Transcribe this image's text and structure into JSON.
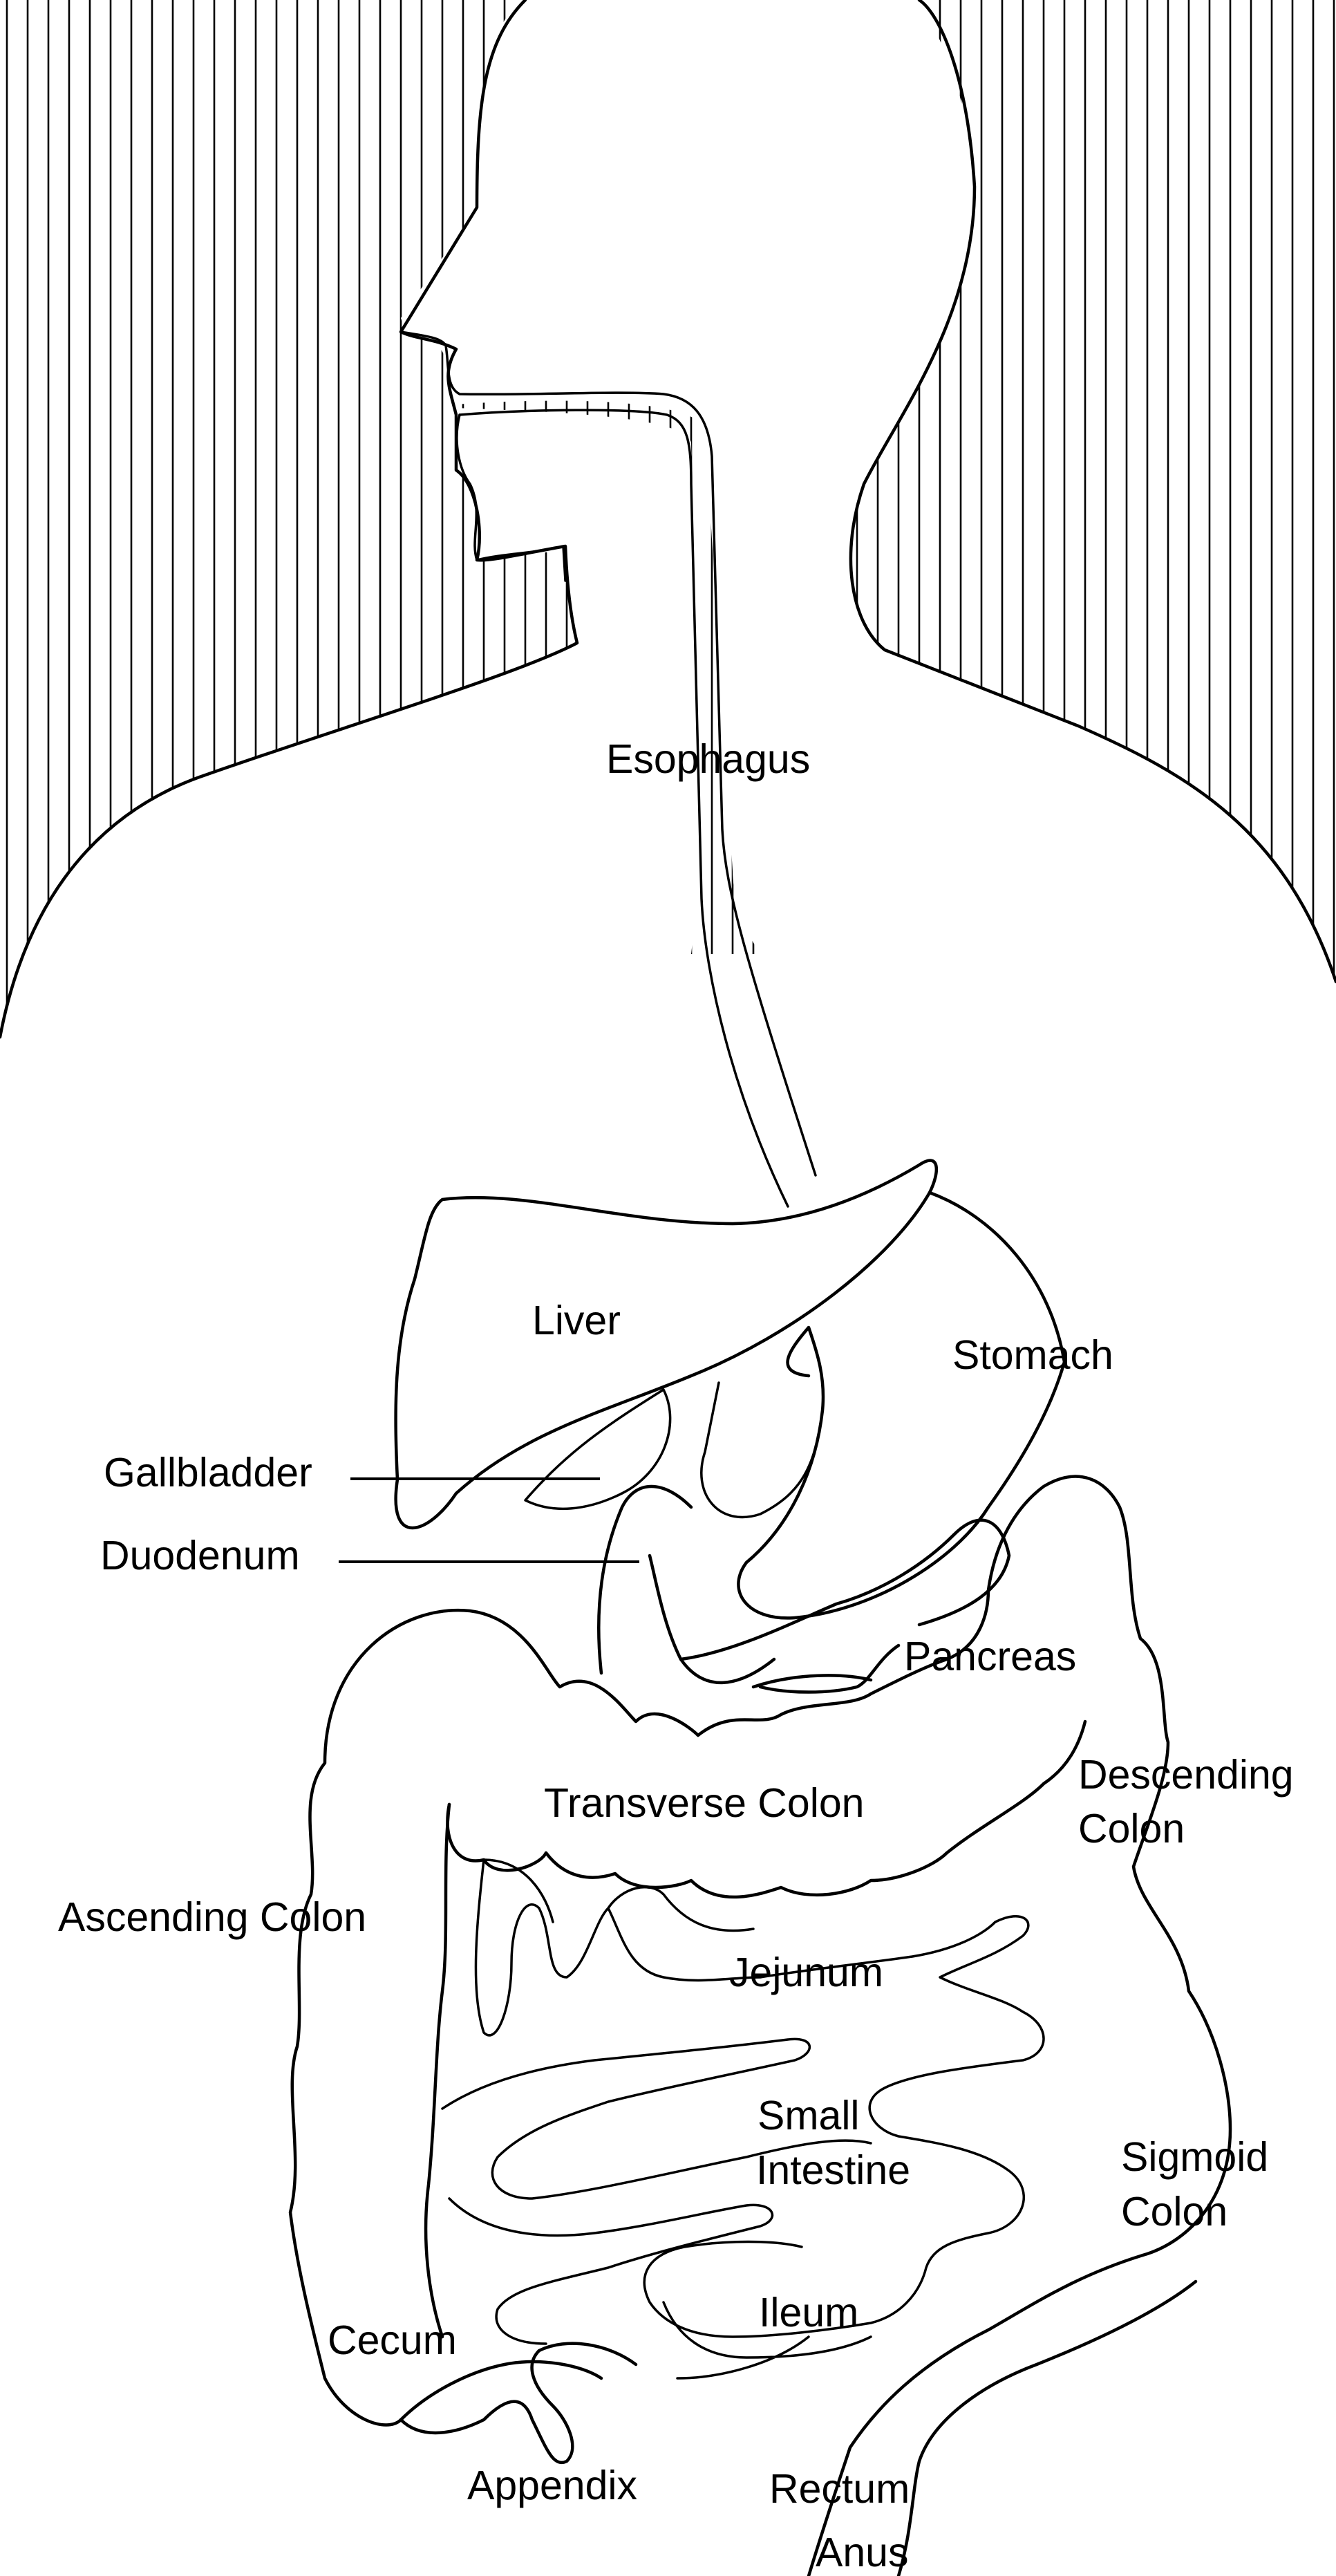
{
  "labels": {
    "esophagus": "Esophagus",
    "liver": "Liver",
    "stomach": "Stomach",
    "gallbladder": "Gallbladder",
    "duodenum": "Duodenum",
    "pancreas": "Pancreas",
    "descending_colon_1": "Descending",
    "descending_colon_2": "Colon",
    "transverse_colon": "Transverse Colon",
    "ascending_colon": "Ascending Colon",
    "jejunum": "Jejunum",
    "small_intestine_1": "Small",
    "small_intestine_2": "Intestine",
    "sigmoid_colon_1": "Sigmoid",
    "sigmoid_colon_2": "Colon",
    "cecum": "Cecum",
    "ileum": "Ileum",
    "appendix": "Appendix",
    "rectum": "Rectum",
    "anus": "Anus"
  },
  "colors": {
    "ink": "#000000",
    "background": "#ffffff"
  }
}
